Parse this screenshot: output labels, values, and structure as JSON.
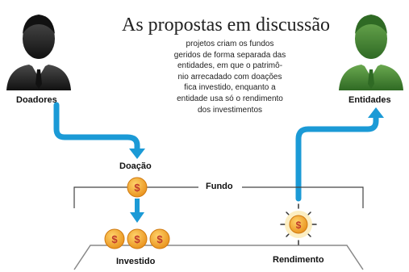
{
  "title": "As propostas em discussão",
  "description": [
    "projetos criam os fundos",
    "geridos de forma separada das",
    "entidades, em que o patrimô-",
    "nio arrecadado com doações",
    "fica investido, enquanto a",
    "entidade usa só o rendimento",
    "dos investimentos"
  ],
  "labels": {
    "doadores": "Doadores",
    "entidades": "Entidades",
    "doacao": "Doação",
    "fundo": "Fundo",
    "investido": "Investido",
    "rendimento": "Rendimento"
  },
  "colors": {
    "donor": "#2a2a2a",
    "entity": "#3d7a2e",
    "arrow": "#1b9ad6",
    "coin": "#f3a51f",
    "coin_symbol": "#c0392b"
  },
  "icons": [
    "person-icon",
    "coin-icon",
    "arrow-icon"
  ]
}
